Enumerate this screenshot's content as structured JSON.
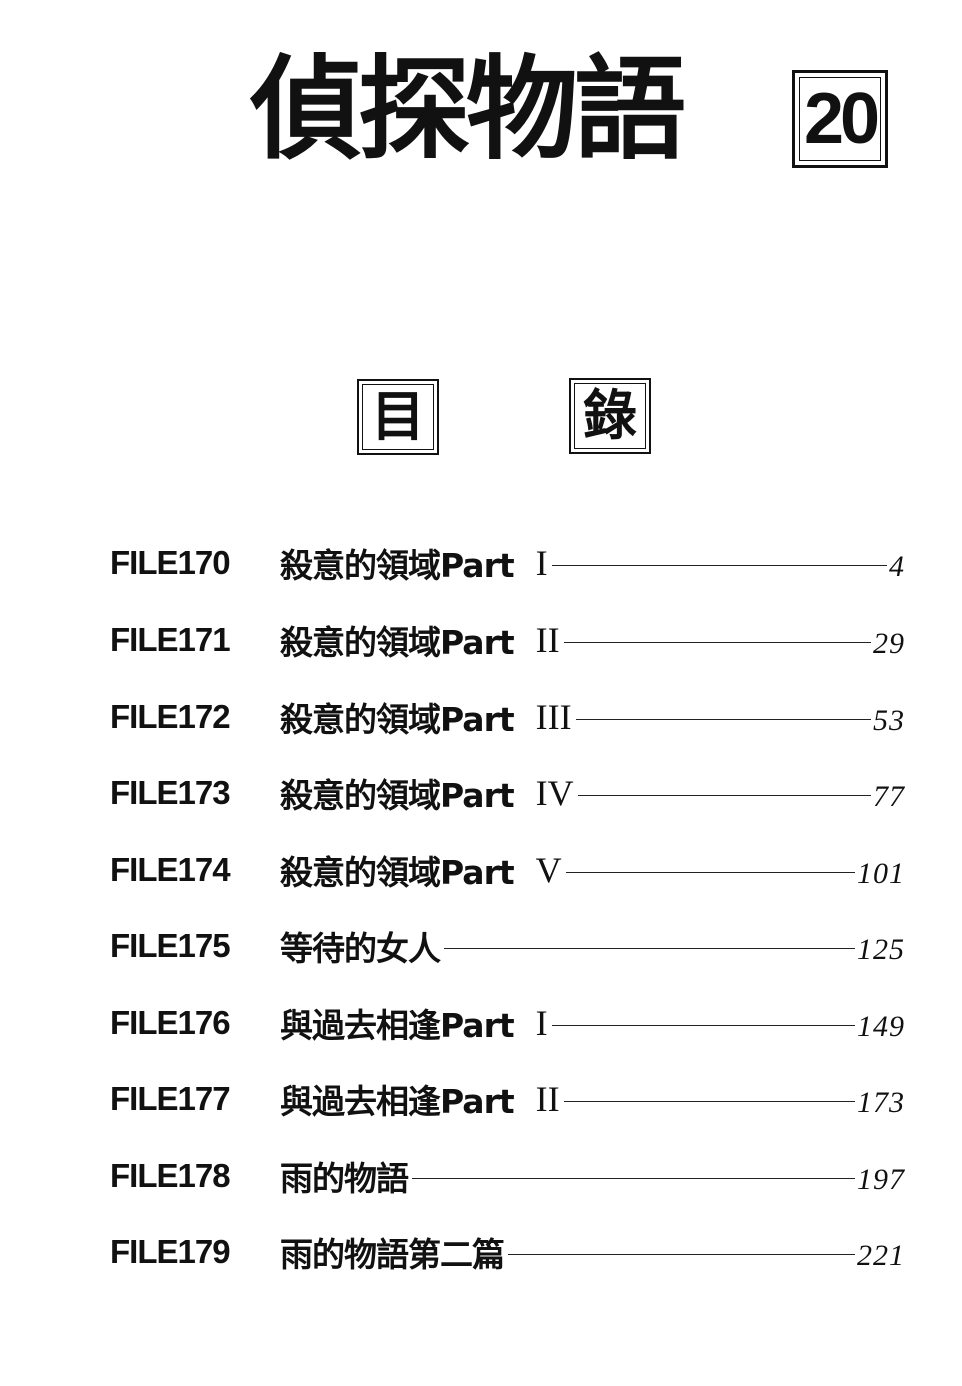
{
  "header": {
    "title": "偵探物語",
    "volume": "20"
  },
  "contents_heading": [
    "目",
    "錄"
  ],
  "entries": [
    {
      "file": "FILE170",
      "title": "殺意的領域Part",
      "numeral": "I",
      "page": "4"
    },
    {
      "file": "FILE171",
      "title": "殺意的領域Part",
      "numeral": "II",
      "page": "29"
    },
    {
      "file": "FILE172",
      "title": "殺意的領域Part",
      "numeral": "III",
      "page": "53"
    },
    {
      "file": "FILE173",
      "title": "殺意的領域Part",
      "numeral": "IV",
      "page": "77"
    },
    {
      "file": "FILE174",
      "title": "殺意的領域Part",
      "numeral": "V",
      "page": "101"
    },
    {
      "file": "FILE175",
      "title": "等待的女人",
      "numeral": "",
      "page": "125"
    },
    {
      "file": "FILE176",
      "title": "與過去相逢Part",
      "numeral": "I",
      "page": "149"
    },
    {
      "file": "FILE177",
      "title": "與過去相逢Part",
      "numeral": "II",
      "page": "173"
    },
    {
      "file": "FILE178",
      "title": "雨的物語",
      "numeral": "",
      "page": "197"
    },
    {
      "file": "FILE179",
      "title": "雨的物語第二篇",
      "numeral": "",
      "page": "221"
    }
  ]
}
